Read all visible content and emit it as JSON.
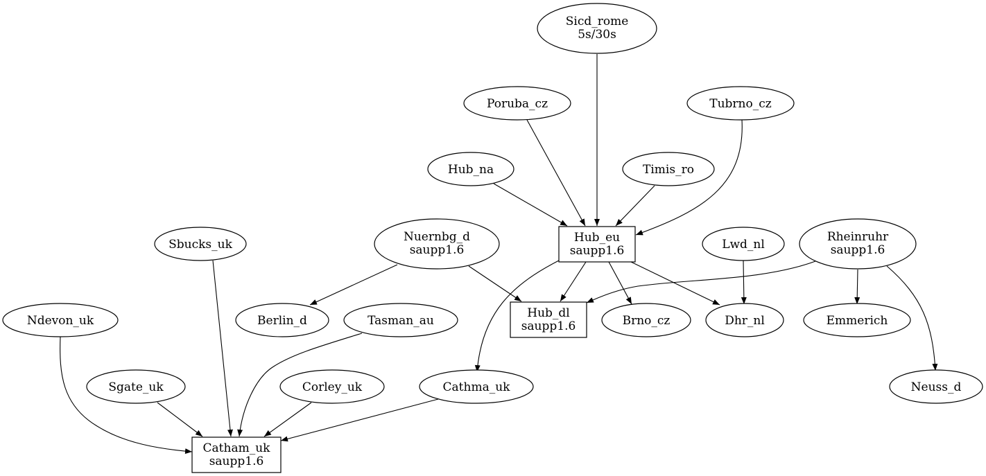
{
  "nodes": {
    "sicd_rome": {
      "line1": "Sicd_rome",
      "line2": "5s/30s"
    },
    "poruba_cz": {
      "line1": "Poruba_cz"
    },
    "tubrno_cz": {
      "line1": "Tubrno_cz"
    },
    "hub_na": {
      "line1": "Hub_na"
    },
    "timis_ro": {
      "line1": "Timis_ro"
    },
    "hub_eu": {
      "line1": "Hub_eu",
      "line2": "saupp1.6"
    },
    "sbucks_uk": {
      "line1": "Sbucks_uk"
    },
    "nuernbg_d": {
      "line1": "Nuernbg_d",
      "line2": "saupp1.6"
    },
    "lwd_nl": {
      "line1": "Lwd_nl"
    },
    "rheinruhr": {
      "line1": "Rheinruhr",
      "line2": "saupp1.6"
    },
    "ndevon_uk": {
      "line1": "Ndevon_uk"
    },
    "berlin_d": {
      "line1": "Berlin_d"
    },
    "tasman_au": {
      "line1": "Tasman_au"
    },
    "hub_dl": {
      "line1": "Hub_dl",
      "line2": "saupp1.6"
    },
    "brno_cz": {
      "line1": "Brno_cz"
    },
    "dhr_nl": {
      "line1": "Dhr_nl"
    },
    "emmerich": {
      "line1": "Emmerich"
    },
    "sgate_uk": {
      "line1": "Sgate_uk"
    },
    "corley_uk": {
      "line1": "Corley_uk"
    },
    "cathma_uk": {
      "line1": "Cathma_uk"
    },
    "neuss_d": {
      "line1": "Neuss_d"
    },
    "catham_uk": {
      "line1": "Catham_uk",
      "line2": "saupp1.6"
    }
  }
}
